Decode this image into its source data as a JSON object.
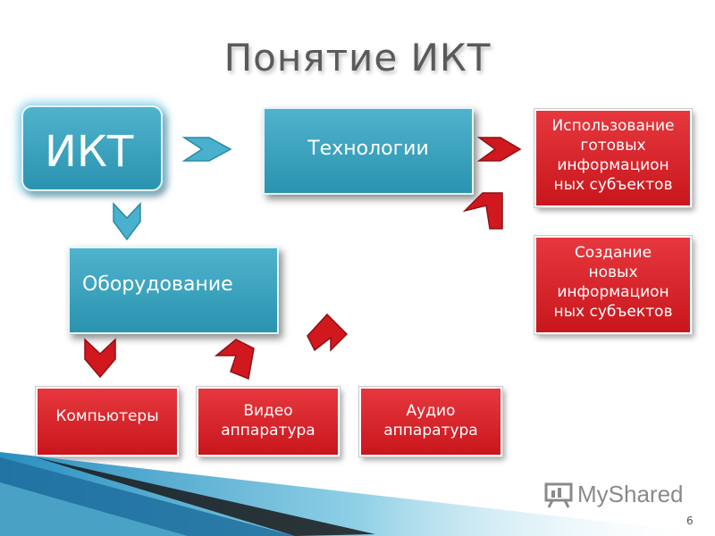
{
  "title": "Понятие ИКТ",
  "nodes": {
    "ikt": "ИКТ",
    "technologies": "Технологии",
    "equipment": "Оборудование",
    "use_existing": [
      "Использование",
      "готовых",
      "информацион",
      "ных субъектов"
    ],
    "create_new": [
      "Создание",
      "новых",
      "информацион",
      "ных субъектов"
    ],
    "computers": "Компьютеры",
    "video": [
      "Видео",
      "аппаратура"
    ],
    "audio": [
      "Аудио",
      "аппаратура"
    ]
  },
  "logo": "MyShared",
  "page_number": "6",
  "colors": {
    "teal": "#2a93b0",
    "red": "#d1181f",
    "arrow_teal": "#49b0ce",
    "arrow_red": "#d1181f",
    "title_gray": "#5a5a5a"
  }
}
